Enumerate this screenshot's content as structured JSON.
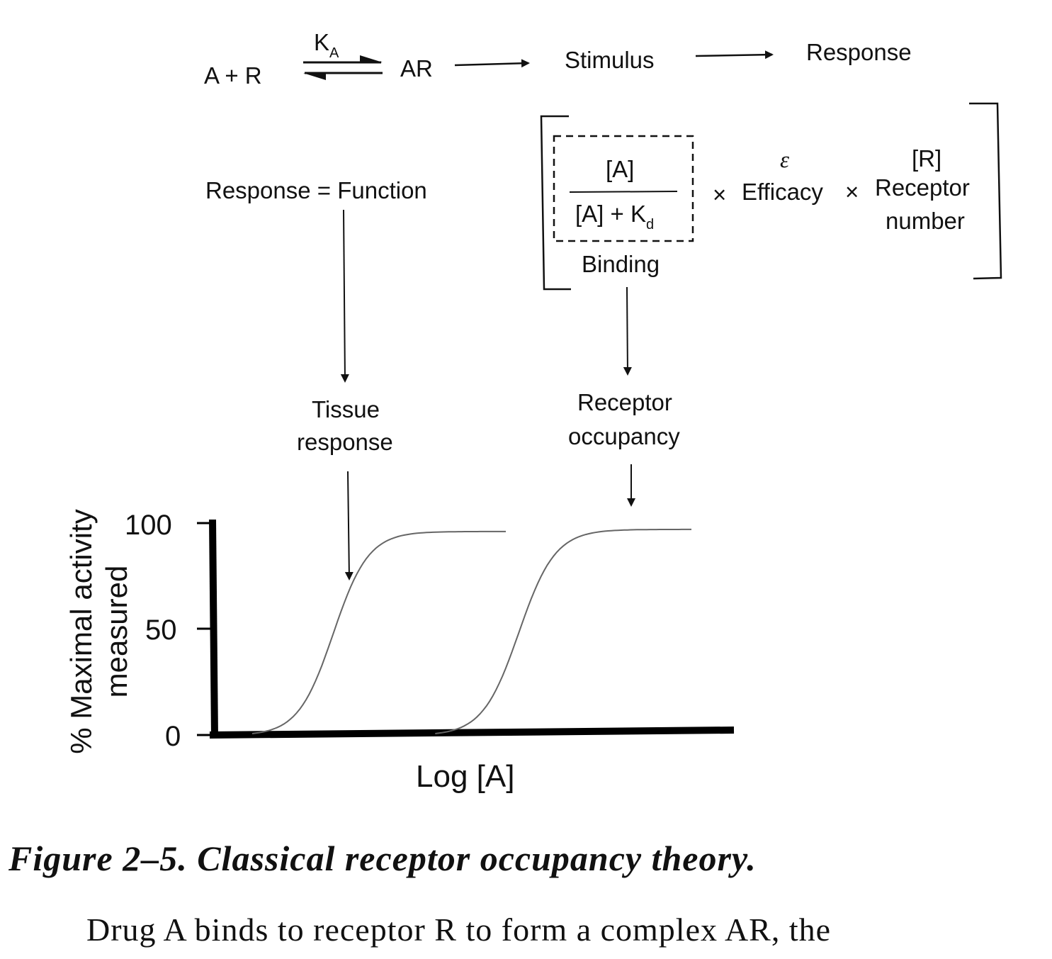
{
  "scheme": {
    "reactants": "A + R",
    "constant": "K",
    "constant_sub": "A",
    "complex": "AR",
    "stimulus": "Stimulus",
    "response": "Response"
  },
  "equation": {
    "lhs": "Response = Function",
    "numerator": "[A]",
    "denominator": "[A] + K",
    "denominator_sub": "d",
    "binding_label": "Binding",
    "times1": "×",
    "epsilon": "ε",
    "efficacy": "Efficacy",
    "times2": "×",
    "receptor_symbol": "[R]",
    "receptor_line1": "Receptor",
    "receptor_line2": "number"
  },
  "labels": {
    "tissue_line1": "Tissue",
    "tissue_line2": "response",
    "occupancy_line1": "Receptor",
    "occupancy_line2": "occupancy"
  },
  "chart_data": {
    "type": "line",
    "xlabel": "Log [A]",
    "ylabel_line1": "% Maximal activity",
    "ylabel_line2": "measured",
    "yticks": [
      "0",
      "50",
      "100"
    ],
    "ylim": [
      0,
      100
    ],
    "xlim": [
      0,
      10
    ],
    "series": [
      {
        "name": "Tissue response",
        "x_start": 0.8,
        "x_end": 5.65,
        "midpoint": 2.35,
        "max": 96
      },
      {
        "name": "Receptor occupancy",
        "x_start": 4.3,
        "x_end": 9.2,
        "midpoint": 5.9,
        "max": 97
      }
    ]
  },
  "caption": "Figure 2–5. Classical receptor occupancy theory.",
  "body_text": "Drug A binds to receptor R to form a complex AR, the"
}
